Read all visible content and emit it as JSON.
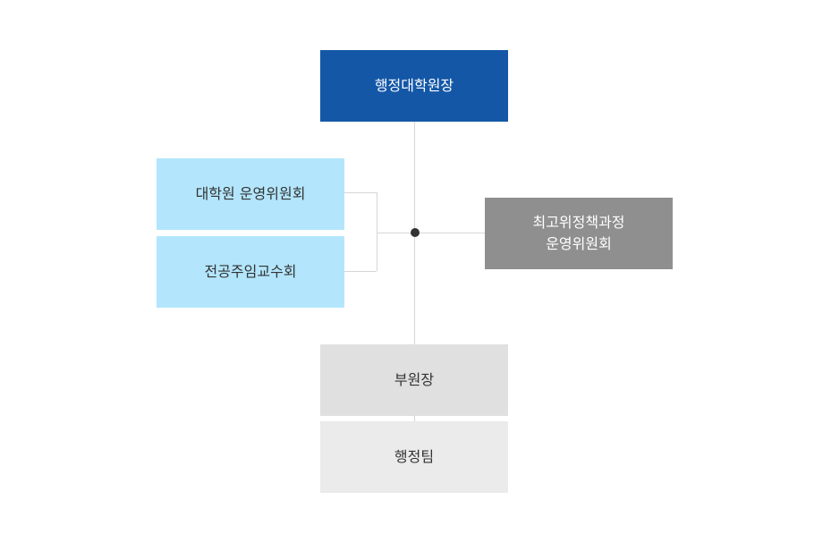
{
  "org_chart": {
    "dean": "행정대학원장",
    "graduate_committee": "대학원 운영위원회",
    "faculty_council": "전공주임교수회",
    "policy_committee": {
      "line1": "최고위정책과정",
      "line2": "운영위원회"
    },
    "vice_dean": "부원장",
    "admin_team": "행정팀"
  },
  "colors": {
    "dean_box": "#1457a7",
    "committee_box": "#b3e6fc",
    "policy_box": "#8f8f8f",
    "vice_dean_box": "#e0e0e0",
    "admin_team_box": "#ebebeb",
    "connector_line": "#d6d6d6",
    "junction_dot": "#333333"
  }
}
